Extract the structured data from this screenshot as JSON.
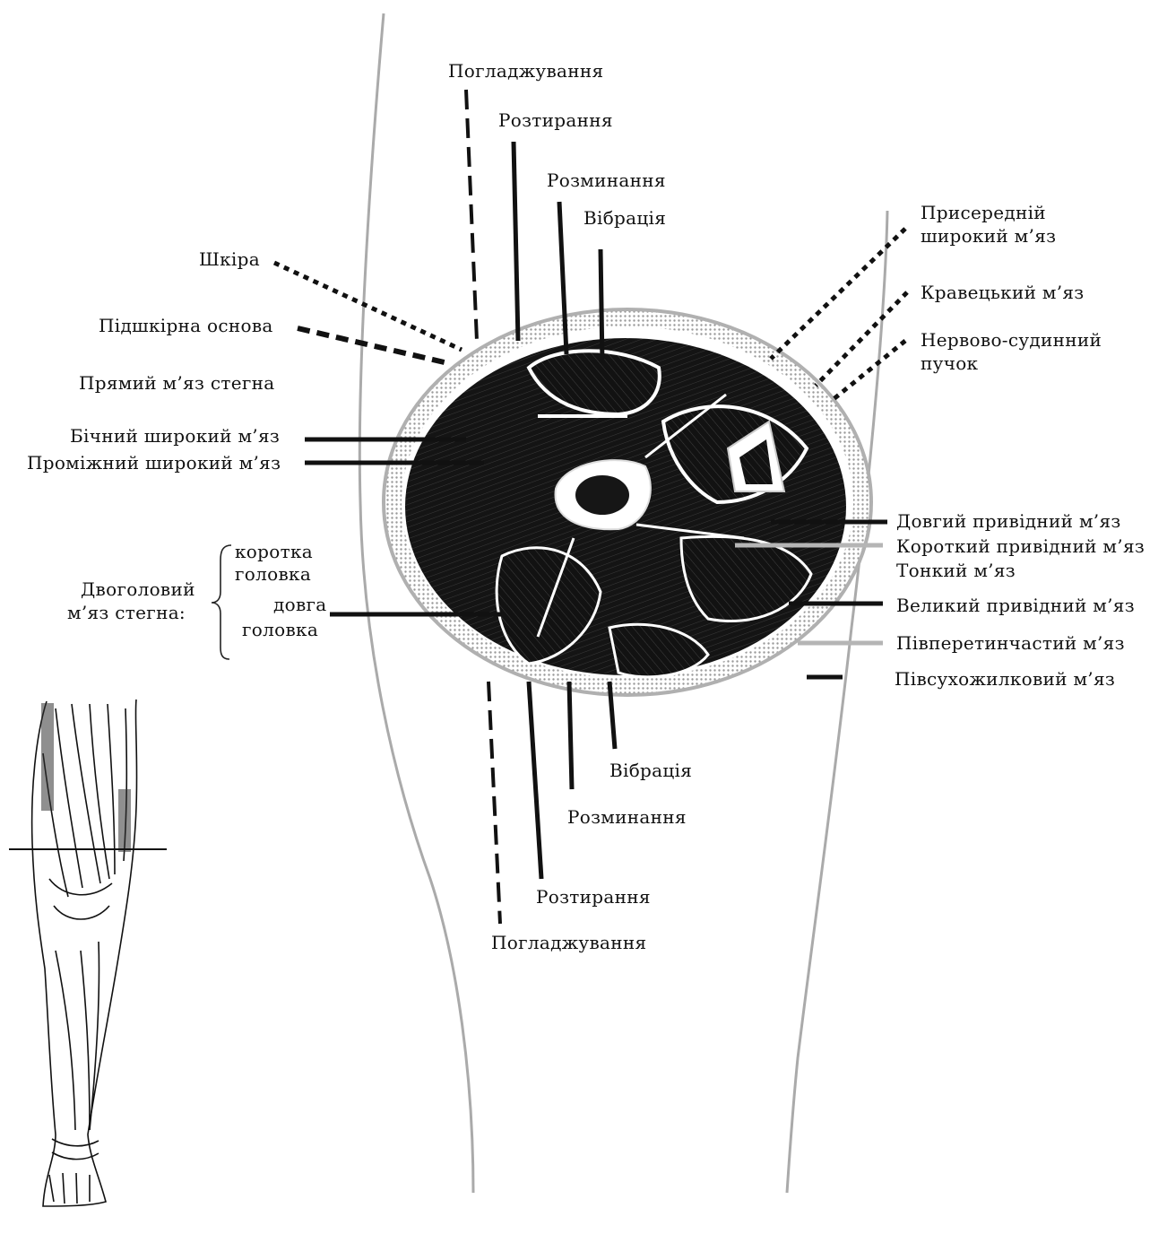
{
  "colors": {
    "ink": "#111111",
    "muscle": "#151515",
    "bone": "#ffffff",
    "fascia": "#ffffff",
    "outline_gray": "#aaaaaa",
    "gray_leader": "#b5b5b5"
  },
  "labels_top": {
    "stroking": "Погладжування",
    "rubbing": "Розтирання",
    "kneading": "Розминання",
    "vibration": "Вібрація"
  },
  "labels_left": {
    "skin": "Шкіра",
    "subcutaneous": "Підшкірна основа",
    "rectus_femoris": "Прямий м’яз стегна",
    "vastus_lateralis": "Бічний широкий м’яз",
    "vastus_intermedius": "Проміжний широкий м’яз",
    "biceps_title_1": "Двоголовий",
    "biceps_title_2": "м’яз стегна:",
    "short_head_1": "коротка",
    "short_head_2": "головка",
    "long_head_1": "довга",
    "long_head_2": "головка"
  },
  "labels_right": {
    "vastus_medialis_1": "Присередній",
    "vastus_medialis_2": "широкий м’яз",
    "sartorius": "Кравецький м’яз",
    "neurovascular_1": "Нервово-судинний",
    "neurovascular_2": "пучок",
    "adductor_longus": "Довгий привідний м’яз",
    "adductor_brevis": "Короткий привідний м’яз",
    "gracilis": "Тонкий м’яз",
    "adductor_magnus": "Великий привідний м’яз",
    "semimembranosus": "Півперетинчастий м’яз",
    "semitendinosus": "Півсухожилковий м’яз"
  },
  "labels_bottom": {
    "vibration": "Вібрація",
    "kneading": "Розминання",
    "rubbing": "Розтирання",
    "stroking": "Погладжування"
  },
  "icons": {
    "leg_thumbnail": "leg-anatomy-icon"
  }
}
